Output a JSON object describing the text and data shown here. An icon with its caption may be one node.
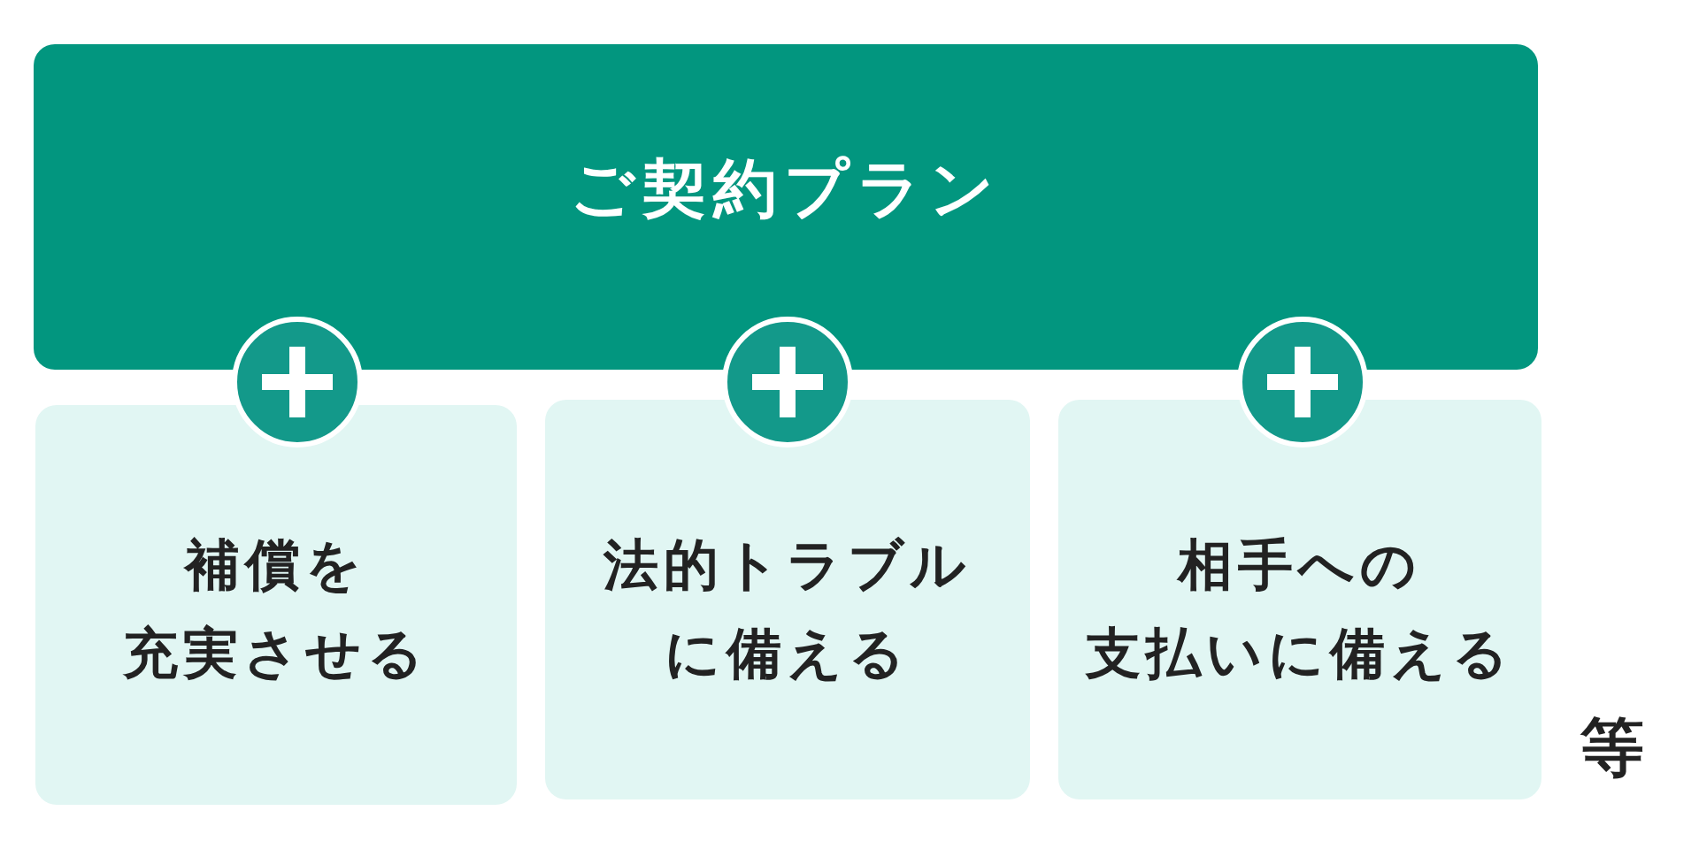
{
  "diagram": {
    "nodes": [
      {
        "text": [
          "ご契約プラン"
        ]
      },
      {
        "text": [
          "補償を充実させる"
        ]
      },
      {
        "text": [
          "法的トラブルに備える"
        ]
      },
      {
        "text": [
          "相手への支払いに備える"
        ]
      }
    ],
    "labels": [
      "等"
    ]
  }
}
